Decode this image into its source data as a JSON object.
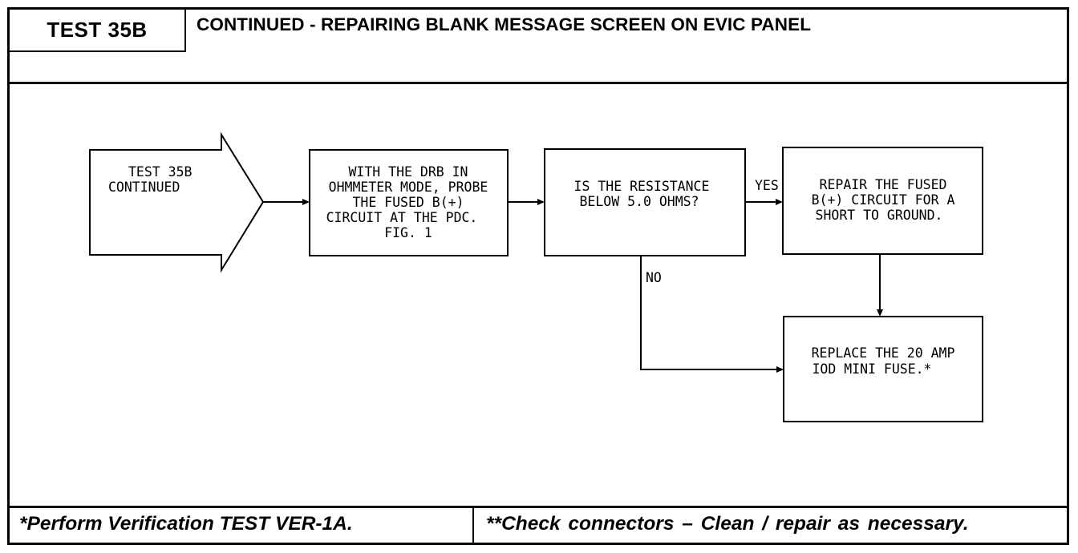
{
  "header": {
    "test_label": "TEST 35B",
    "title": "CONTINUED - REPAIRING BLANK MESSAGE SCREEN ON EVIC PANEL"
  },
  "flowchart": {
    "start": [
      "TEST 35B",
      "CONTINUED"
    ],
    "step1": [
      "WITH THE DRB IN",
      "OHMMETER MODE, PROBE",
      "THE FUSED B(+)",
      "CIRCUIT AT THE PDC.",
      "FIG. 1"
    ],
    "decision": [
      "IS THE RESISTANCE",
      "BELOW 5.0 OHMS?"
    ],
    "yes_label": "YES",
    "no_label": "NO",
    "yes_action": [
      "REPAIR THE FUSED",
      "B(+) CIRCUIT FOR A",
      "SHORT TO GROUND."
    ],
    "final_action": [
      "REPLACE THE 20 AMP",
      "IOD MINI FUSE.*"
    ]
  },
  "footer": {
    "left_note": "*Perform Verification TEST VER-1A.",
    "right_note": "**Check connectors – Clean / repair as necessary."
  }
}
